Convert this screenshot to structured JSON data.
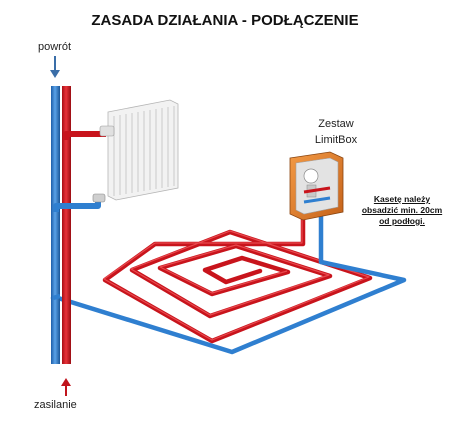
{
  "title": "ZASADA DZIAŁANIA - PODŁĄCZENIE",
  "labels": {
    "return": "powrót",
    "supply": "zasilanie",
    "box_line1": "Zestaw",
    "box_line2": "LimitBox"
  },
  "note": {
    "line1": "Kasetę należy",
    "line2": "obsadzić min. 20cm",
    "line3": "od podłogi."
  },
  "colors": {
    "hot": "#d4141c",
    "cold": "#2f7fd0",
    "box": "#e07a26",
    "arrow_return": "#3a6ea8",
    "arrow_supply": "#c0141c"
  }
}
